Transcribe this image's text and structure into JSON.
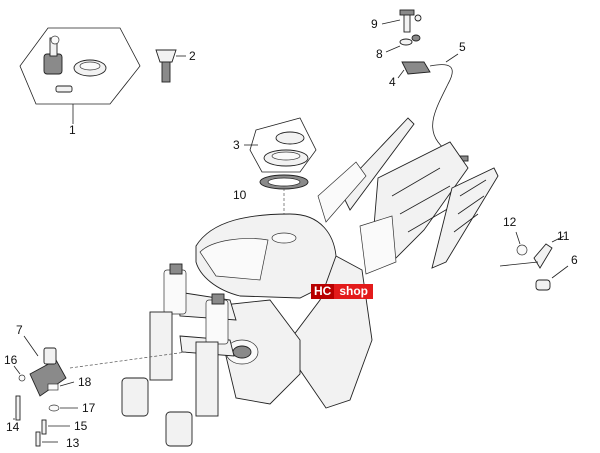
{
  "diagram": {
    "callouts": [
      {
        "id": "1",
        "label": "1"
      },
      {
        "id": "2",
        "label": "2"
      },
      {
        "id": "3",
        "label": "3"
      },
      {
        "id": "4",
        "label": "4"
      },
      {
        "id": "5",
        "label": "5"
      },
      {
        "id": "6",
        "label": "6"
      },
      {
        "id": "7",
        "label": "7"
      },
      {
        "id": "8",
        "label": "8"
      },
      {
        "id": "9",
        "label": "9"
      },
      {
        "id": "10",
        "label": "10"
      },
      {
        "id": "11",
        "label": "11"
      },
      {
        "id": "12",
        "label": "12"
      },
      {
        "id": "13",
        "label": "13"
      },
      {
        "id": "14",
        "label": "14"
      },
      {
        "id": "15",
        "label": "15"
      },
      {
        "id": "16",
        "label": "16"
      },
      {
        "id": "17",
        "label": "17"
      },
      {
        "id": "18",
        "label": "18"
      }
    ]
  },
  "watermark": {
    "part_a": "HC",
    "part_b": "shop",
    "color_a": "#b80000",
    "color_b": "#e31b1b"
  }
}
